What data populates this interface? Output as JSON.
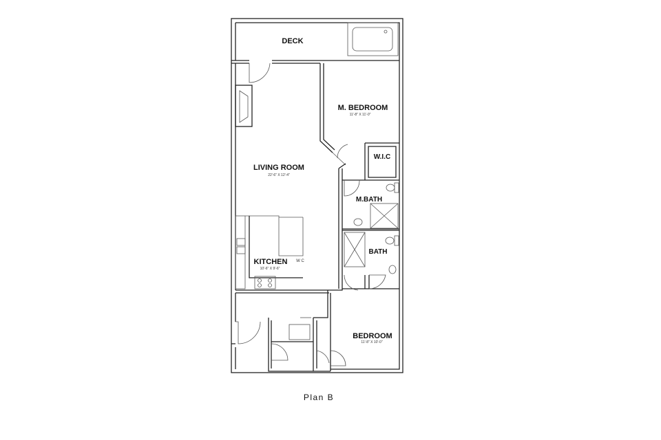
{
  "plan_title": "Plan B",
  "rooms": [
    {
      "name": "DECK",
      "dims": ""
    },
    {
      "name": "M. BEDROOM",
      "dims": "11'-8\" X 11'-0\""
    },
    {
      "name": "W.I.C",
      "dims": ""
    },
    {
      "name": "LIVING ROOM",
      "dims": "22'-6\" X 12'-4\""
    },
    {
      "name": "M.BATH",
      "dims": ""
    },
    {
      "name": "BATH",
      "dims": ""
    },
    {
      "name": "KITCHEN",
      "dims": "10'-6\" X 9'-6\""
    },
    {
      "name": "BEDROOM",
      "dims": "11'-8\" X 10'-0\""
    }
  ],
  "markers": {
    "wc": "W C"
  }
}
